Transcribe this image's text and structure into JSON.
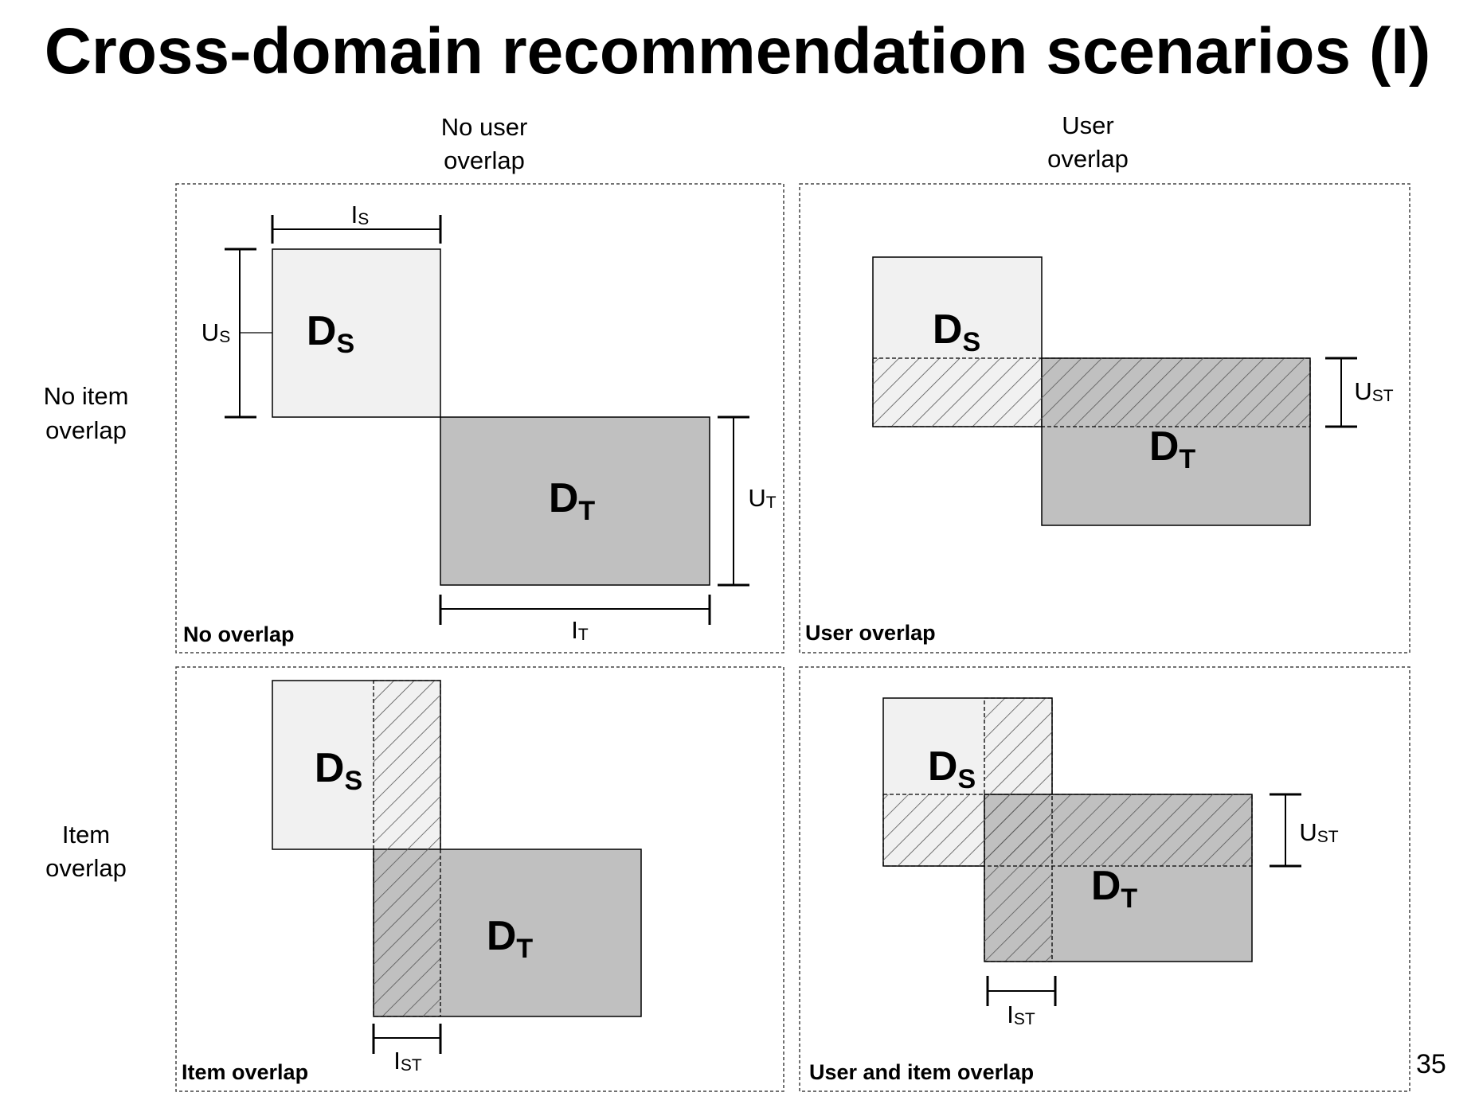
{
  "slide": {
    "title": "Cross-domain recommendation scenarios (I)",
    "page_number": "35"
  },
  "headers": {
    "col1": [
      "No user",
      "overlap"
    ],
    "col2": [
      "User",
      "overlap"
    ],
    "row1": [
      "No item",
      "overlap"
    ],
    "row2": [
      "Item",
      "overlap"
    ]
  },
  "panels": {
    "no_overlap": {
      "caption": "No overlap"
    },
    "user_overlap": {
      "caption": "User overlap"
    },
    "item_overlap": {
      "caption": "Item overlap"
    },
    "user_item_overlap": {
      "caption": "User and item overlap"
    }
  },
  "labels": {
    "source_main": "D",
    "source_sub": "S",
    "target_main": "D",
    "target_sub": "T",
    "users_main": "U",
    "items_main": "I",
    "sub_s": "S",
    "sub_t": "T",
    "sub_st": "ST"
  },
  "colors": {
    "source_fill": "#f1f1f1",
    "target_fill": "#c0c0c0",
    "stroke": "#000000",
    "hatch": "#555555"
  }
}
